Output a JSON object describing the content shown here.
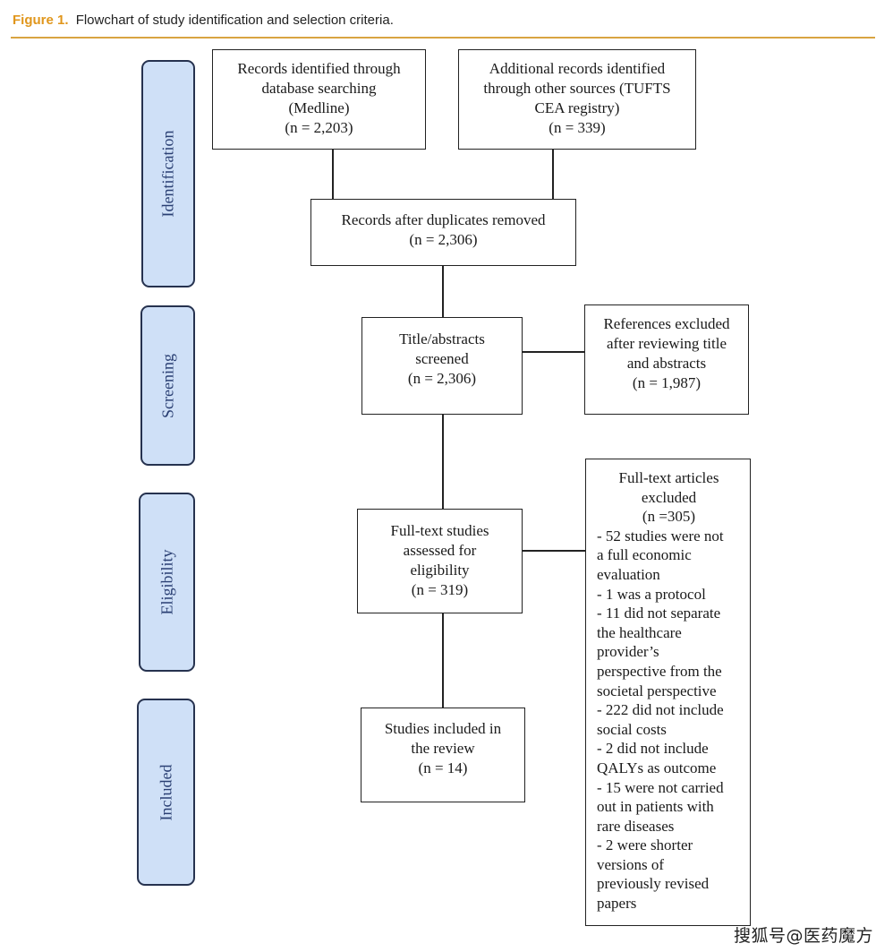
{
  "caption": {
    "label": "Figure 1.",
    "text": "Flowchart of study identification and selection criteria."
  },
  "stages": {
    "identification": "Identification",
    "screening": "Screening",
    "eligibility": "Eligibility",
    "included": "Included"
  },
  "boxes": {
    "database": [
      "Records identified through",
      "database searching",
      "(Medline)",
      "(n = 2,203)"
    ],
    "other_sources": [
      "Additional records identified",
      "through other sources (TUFTS",
      "CEA registry)",
      "(n = 339)"
    ],
    "deduplicated": [
      "Records after duplicates removed",
      "(n = 2,306)"
    ],
    "screened": [
      "Title/abstracts",
      "screened",
      "(n = 2,306)"
    ],
    "screen_excluded": [
      "References excluded",
      "after reviewing title",
      "and abstracts",
      "(n = 1,987)"
    ],
    "fulltext": [
      "Full-text studies",
      "assessed for",
      "eligibility",
      "(n = 319)"
    ],
    "included": [
      "Studies included in",
      "the review",
      "(n = 14)"
    ]
  },
  "fulltext_excluded": {
    "heading": [
      "Full-text articles",
      "excluded",
      "(n =305)"
    ],
    "items": [
      "- 52 studies were not",
      "a full economic",
      "evaluation",
      "- 1 was a protocol",
      "- 11 did not separate",
      "the healthcare",
      "provider’s",
      "perspective from the",
      "societal perspective",
      "- 222 did not include",
      "social costs",
      "- 2 did not include",
      "QALYs as outcome",
      "- 15 were not carried",
      "out in patients with",
      "rare diseases",
      "- 2 were shorter",
      "versions of",
      "previously revised",
      "papers"
    ]
  },
  "watermark": "搜狐号@医药魔方"
}
